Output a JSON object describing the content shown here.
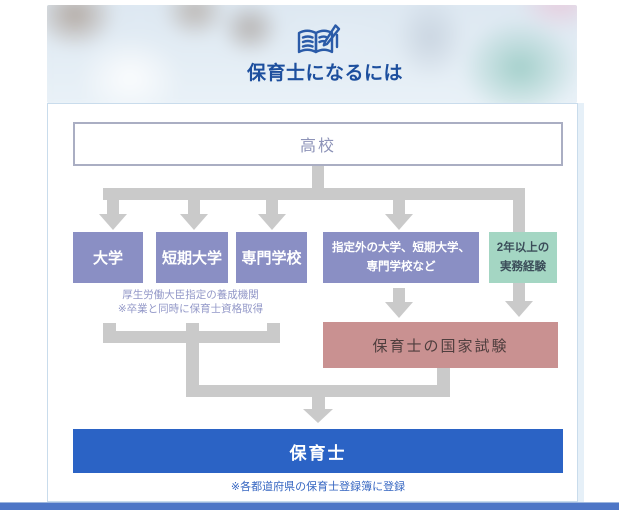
{
  "header": {
    "title": "保育士になるには",
    "icon": "book-and-pen-icon"
  },
  "flow": {
    "start_label": "高校",
    "schools": [
      "大学",
      "短期大学",
      "専門学校"
    ],
    "school_caption_line1": "厚生労働大臣指定の養成機関",
    "school_caption_line2": "※卒業と同時に保育士資格取得",
    "other_school_line1": "指定外の大学、短期大学、",
    "other_school_line2": "専門学校など",
    "experience_line1": "2年以上の",
    "experience_line2": "実務経験",
    "exam_label": "保育士の国家試験",
    "result_label": "保育士",
    "result_caption": "※各都道府県の保育士登録簿に登録"
  },
  "colors": {
    "title_blue": "#1d4f9e",
    "school_purple": "#8a8fc4",
    "experience_teal": "#a4d6c3",
    "exam_rose": "#c99191",
    "result_blue": "#2b63c5",
    "connector_gray": "#cacaca",
    "start_border": "#aaaec3",
    "caption_purple": "#9398c8",
    "caption_blue": "#3767c2"
  }
}
